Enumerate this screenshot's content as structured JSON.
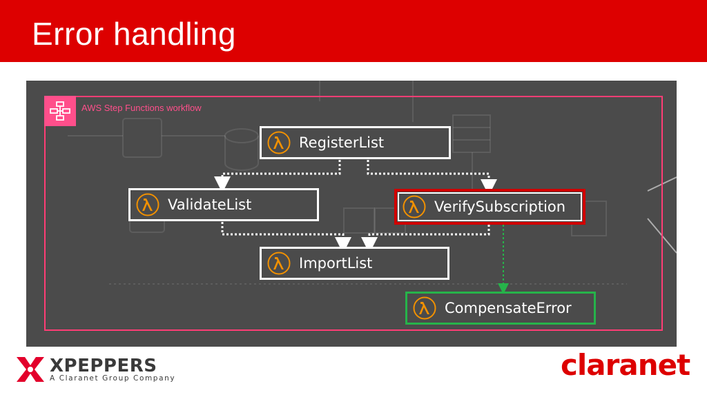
{
  "slide": {
    "title": "Error handling",
    "accent_color": "#dd0000"
  },
  "workflow": {
    "label": "AWS Step Functions workflow",
    "icon": "step-functions-icon",
    "border_color": "#ff3d75"
  },
  "nodes": {
    "register_list": "RegisterList",
    "validate_list": "ValidateList",
    "verify_subscription": "VerifySubscription",
    "import_list": "ImportList",
    "compensate_error": "CompensateError",
    "node_icon": "aws-lambda-icon"
  },
  "status_colors": {
    "error": "#d10000",
    "compensation": "#26b34a"
  },
  "footer": {
    "company_name": "XPEPPERS",
    "company_tagline": "A Claranet Group Company",
    "partner_logo": "claranet"
  }
}
